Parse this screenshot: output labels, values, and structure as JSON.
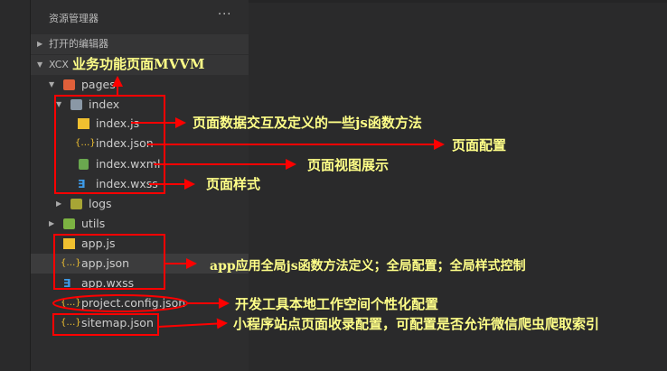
{
  "explorer": {
    "title": "资源管理器",
    "more": "···",
    "open_editors": "打开的编辑器",
    "project": "XCX",
    "tree": [
      {
        "label": "pages"
      },
      {
        "label": "index"
      },
      {
        "label": "index.js"
      },
      {
        "label": "index.json"
      },
      {
        "label": "index.wxml"
      },
      {
        "label": "index.wxss"
      },
      {
        "label": "logs"
      },
      {
        "label": "utils"
      },
      {
        "label": "app.js"
      },
      {
        "label": "app.json"
      },
      {
        "label": "app.wxss"
      },
      {
        "label": "project.config.json"
      },
      {
        "label": "sitemap.json"
      }
    ]
  },
  "annotations": {
    "mvvm": "业务功能页面MVVM",
    "index_js": "页面数据交互及定义的一些js函数方法",
    "index_json": "页面配置",
    "index_wxml": "页面视图展示",
    "index_wxss": "页面样式",
    "app": "app应用全局js函数方法定义；全局配置；全局样式控制",
    "project_config": "开发工具本地工作空间个性化配置",
    "sitemap": "小程序站点页面收录配置，可配置是否允许微信爬虫爬取索引"
  },
  "colors": {
    "annotation": "#ffff88",
    "marker": "#ff0000"
  }
}
